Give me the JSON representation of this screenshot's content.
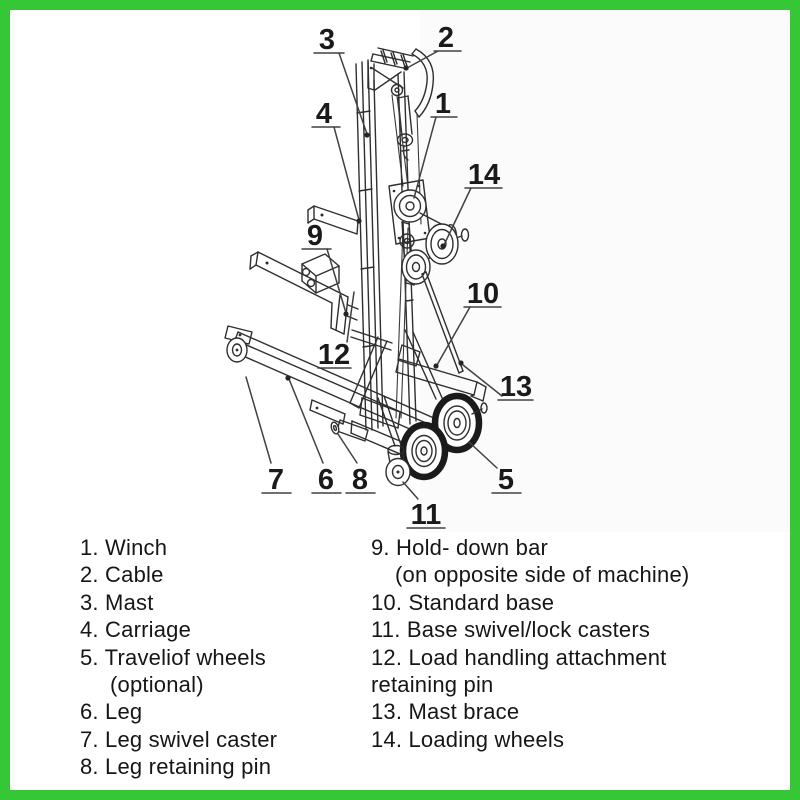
{
  "frame": {
    "border_color": "#36c736",
    "background_color": "#ffffff",
    "line_color": "#2f2f2f"
  },
  "diagram": {
    "title": "material-lift-parts-diagram",
    "callouts": [
      {
        "num": "1"
      },
      {
        "num": "2"
      },
      {
        "num": "3"
      },
      {
        "num": "4"
      },
      {
        "num": "5"
      },
      {
        "num": "6"
      },
      {
        "num": "7"
      },
      {
        "num": "8"
      },
      {
        "num": "9"
      },
      {
        "num": "10"
      },
      {
        "num": "11"
      },
      {
        "num": "12"
      },
      {
        "num": "13"
      },
      {
        "num": "14"
      }
    ]
  },
  "legend": {
    "left": [
      "1. Winch",
      "2. Cable",
      "3. Mast",
      "4. Carriage",
      "5. Traveliof wheels",
      "(optional)",
      "6. Leg",
      "7. Leg swivel caster",
      "8. Leg retaining pin"
    ],
    "right": [
      "9. Hold- down bar",
      "(on opposite side of machine)",
      "10. Standard base",
      "11. Base swivel/lock casters",
      "12. Load handling attachment",
      "retaining pin",
      "13. Mast brace",
      "14. Loading wheels"
    ]
  }
}
